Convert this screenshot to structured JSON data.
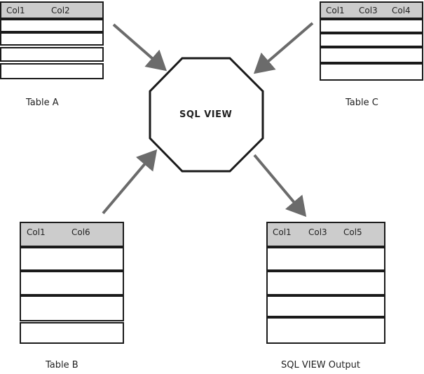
{
  "center": {
    "label": "SQL VIEW"
  },
  "tables": {
    "a": {
      "caption": "Table A",
      "columns": [
        "Col1",
        "Col2"
      ]
    },
    "c": {
      "caption": "Table C",
      "columns": [
        "Col1",
        "Col3",
        "Col4"
      ]
    },
    "b": {
      "caption": "Table B",
      "columns": [
        "Col1",
        "Col6"
      ]
    },
    "output": {
      "caption": "SQL VIEW Output",
      "columns": [
        "Col1",
        "Col3",
        "Col5"
      ]
    }
  },
  "colors": {
    "header_fill": "#cccccc",
    "arrow": "#6b6b6b",
    "outline": "#1a1a1a"
  }
}
